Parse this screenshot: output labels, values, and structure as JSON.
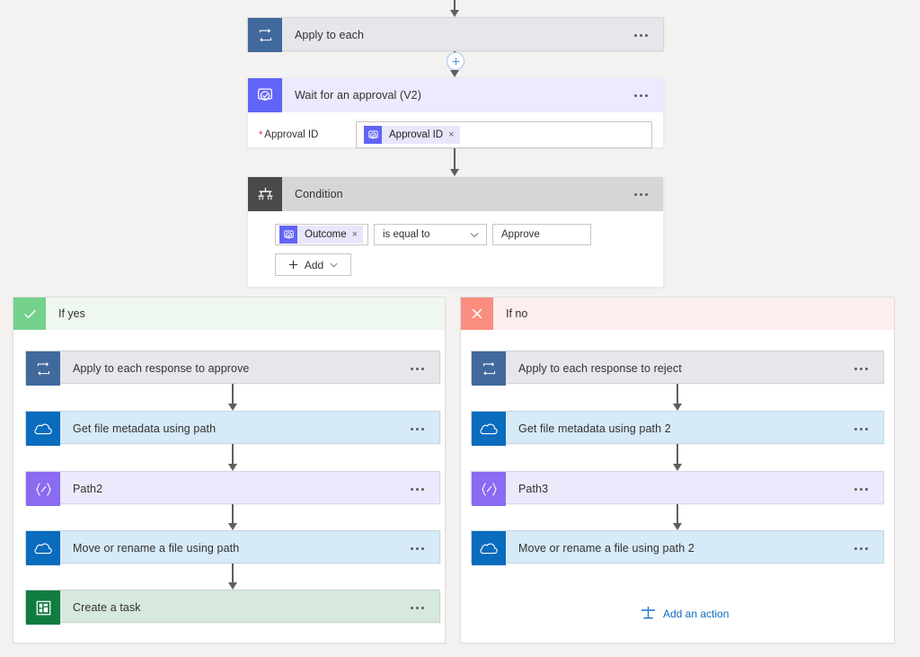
{
  "flow": {
    "top_steps": [
      {
        "id": "apply-to-each",
        "title": "Apply to each",
        "icon": "loop-icon",
        "style": "loop"
      },
      {
        "id": "wait-for-approval",
        "title": "Wait for an approval (V2)",
        "icon": "approval-icon",
        "style": "approval",
        "fields": [
          {
            "label": "Approval ID",
            "required": true,
            "required_marker": "*",
            "token": {
              "label": "Approval ID",
              "remove_label": "×",
              "icon": "approval-token-icon"
            }
          }
        ]
      },
      {
        "id": "condition",
        "title": "Condition",
        "icon": "condition-icon",
        "style": "condition",
        "expression": {
          "operand_token": {
            "label": "Outcome",
            "remove_label": "×",
            "icon": "approval-token-icon"
          },
          "operator": "is equal to",
          "value": "Approve",
          "add_button": "Add"
        }
      }
    ],
    "branches": [
      {
        "id": "if-yes",
        "label": "If yes",
        "icon": "check-icon",
        "variant": "yes",
        "steps": [
          {
            "title": "Apply to each response to approve",
            "icon": "loop-icon",
            "style": "loop"
          },
          {
            "title": "Get file metadata using path",
            "icon": "onedrive-icon",
            "style": "onedrive"
          },
          {
            "title": "Path2",
            "icon": "data-operation-icon",
            "style": "path"
          },
          {
            "title": "Move or rename a file using path",
            "icon": "onedrive-icon",
            "style": "onedrive"
          },
          {
            "title": "Create a task",
            "icon": "planner-icon",
            "style": "planner"
          }
        ],
        "add_action": null
      },
      {
        "id": "if-no",
        "label": "If no",
        "icon": "close-icon",
        "variant": "no",
        "steps": [
          {
            "title": "Apply to each response to reject",
            "icon": "loop-icon",
            "style": "loop"
          },
          {
            "title": "Get file metadata using path 2",
            "icon": "onedrive-icon",
            "style": "onedrive"
          },
          {
            "title": "Path3",
            "icon": "data-operation-icon",
            "style": "path"
          },
          {
            "title": "Move or rename a file using path 2",
            "icon": "onedrive-icon",
            "style": "onedrive"
          }
        ],
        "add_action": {
          "label": "Add an action",
          "icon": "add-action-icon"
        }
      }
    ],
    "insert_button": {
      "label": "+",
      "name": "insert-step-button"
    },
    "overflow_menu_label": "…"
  },
  "colors": {
    "page_background": "#f3f2f1",
    "loop_tile": "#41699c",
    "approval_tile": "#6264f7",
    "condition_tile": "#4a4a4a",
    "onedrive_tile": "#0a6cbd",
    "path_tile": "#8a6bf2",
    "planner_tile": "#107c41",
    "yes_tile": "#74d18c",
    "no_tile": "#f98e80",
    "link": "#0f6cbd",
    "required_star": "#e81123"
  }
}
